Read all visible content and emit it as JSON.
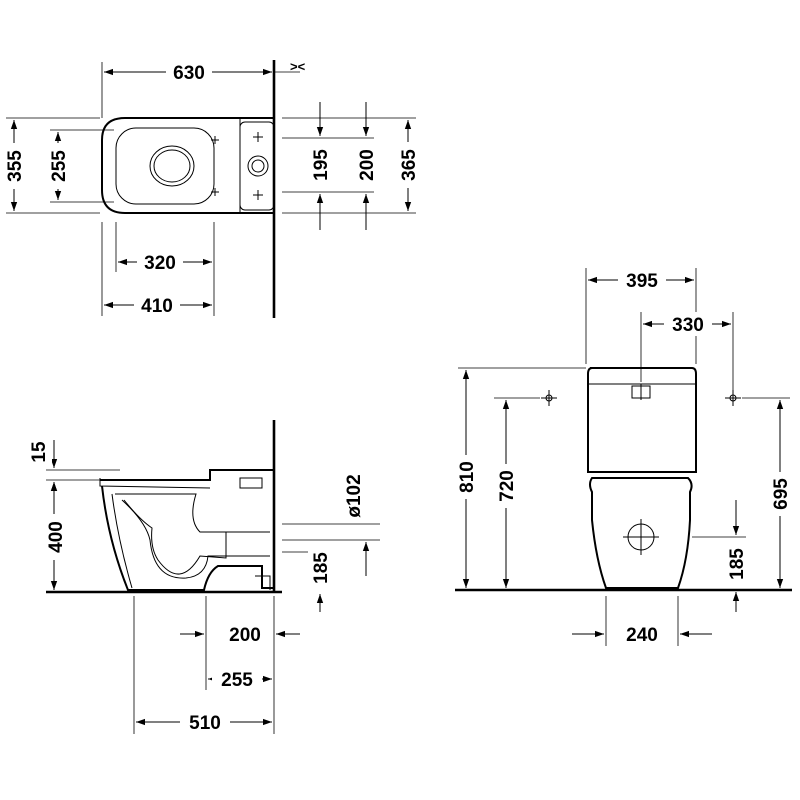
{
  "top_view": {
    "width_overall": "630",
    "depth_outer": "355",
    "depth_inner": "255",
    "bowl_opening": "320",
    "to_cistern": "410",
    "fix_inner": "195",
    "fix_mid": "200",
    "fix_outer": "365",
    "corner_mark": "><"
  },
  "side_view": {
    "seat_thickness": "15",
    "rim_height": "400",
    "outlet_diameter": "ø102",
    "outlet_height": "185",
    "floor_200": "200",
    "floor_255": "255",
    "total_depth": "510"
  },
  "front_view": {
    "cistern_width": "395",
    "fixing_spacing": "330",
    "total_height": "810",
    "fixing_height_left": "720",
    "fixing_height_right": "695",
    "outlet_height": "185",
    "base_width": "240"
  },
  "colors": {
    "line": "#000000",
    "background": "#ffffff"
  }
}
